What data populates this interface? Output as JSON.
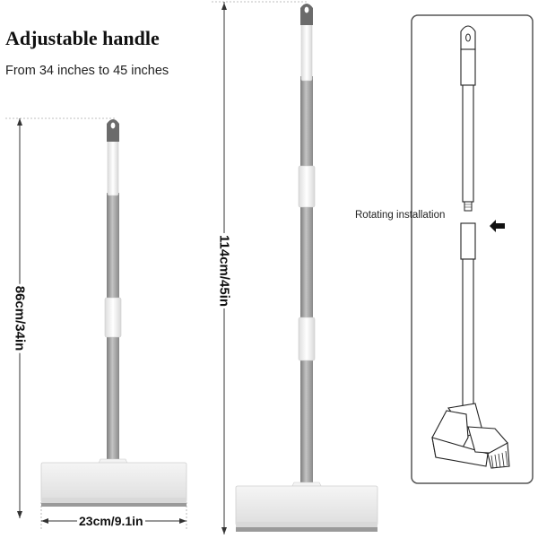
{
  "heading": {
    "title": "Adjustable handle",
    "subtitle": "From 34 inches to 45 inches"
  },
  "short_mop": {
    "height_label": "86cm/34in",
    "width_label": "23cm/9.1in"
  },
  "tall_mop": {
    "height_label": "114cm/45in"
  },
  "installation_panel": {
    "label": "Rotating installation"
  },
  "colors": {
    "pole": "#9a9a9a",
    "grip": "#f2f2f2",
    "cap": "#6b6b6b",
    "head": "#ebebeb",
    "panel_border": "#555555"
  }
}
